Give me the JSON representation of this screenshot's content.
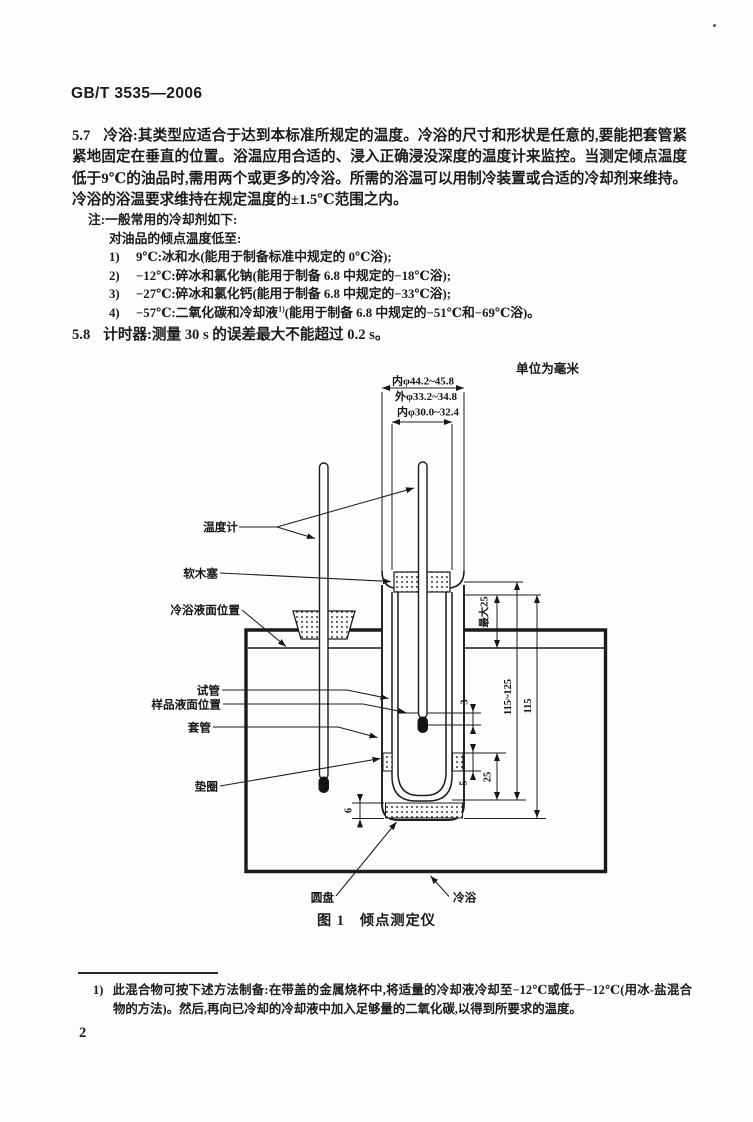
{
  "page": {
    "header": "GB/T 3535—2006",
    "page_number": "2"
  },
  "section_57": {
    "number": "5.7",
    "text": "冷浴:其类型应适合于达到本标准所规定的温度。冷浴的尺寸和形状是任意的,要能把套管紧紧地固定在垂直的位置。浴温应用合适的、浸入正确浸没深度的温度计来监控。当测定倾点温度低于9℃的油品时,需用两个或更多的冷浴。所需的浴温可以用制冷装置或合适的冷却剂来维持。冷浴的浴温要求维持在规定温度的±1.5℃范围之内。"
  },
  "note": {
    "intro": "注:一般常用的冷却剂如下:",
    "sub_intro": "对油品的倾点温度低至:",
    "items": [
      {
        "num": "1)",
        "pre": "9℃:冰和水(能用于制备标准中规定的 0℃浴);",
        "sup": "",
        "post": ""
      },
      {
        "num": "2)",
        "pre": "−12℃:碎冰和氯化钠(能用于制备 6.8 中规定的−18℃浴);",
        "sup": "",
        "post": ""
      },
      {
        "num": "3)",
        "pre": "−27℃:碎冰和氯化钙(能用于制备 6.8 中规定的−33℃浴);",
        "sup": "",
        "post": ""
      },
      {
        "num": "4)",
        "pre": "−57℃:二氧化碳和冷却液",
        "sup": "1)",
        "post": "(能用于制备 6.8 中规定的−51℃和−69℃浴)。"
      }
    ]
  },
  "section_58": {
    "number": "5.8",
    "text": "计时器:测量 30 s 的误差最大不能超过 0.2 s。"
  },
  "figure": {
    "unit_note": "单位为毫米",
    "caption": "图 1　倾点测定仪",
    "dims": {
      "jacket_bore": "内φ44.2~45.8",
      "tube_od": "外φ33.2~34.8",
      "tube_id": "内φ30.0~32.4",
      "max_25": "最大25",
      "d3": "3",
      "tube_height": "115~125",
      "jacket_height": "115",
      "d5": "5",
      "d25": "25",
      "d6": "6"
    },
    "labels": {
      "thermometer": "温度计",
      "cork_stopper": "软木塞",
      "bath_level": "冷浴液面位置",
      "test_tube": "试管",
      "sample_level": "样品液面位置",
      "jacket": "套管",
      "washer": "垫圈",
      "disc": "圆盘",
      "bath": "冷浴"
    }
  },
  "footnote": {
    "marker": "1)",
    "text": "此混合物可按下述方法制备:在带盖的金属烧杯中,将适量的冷却液冷却至−12℃或低于−12℃(用冰-盐混合物的方法)。然后,再向已冷却的冷却液中加入足够量的二氧化碳,以得到所要求的温度。"
  }
}
